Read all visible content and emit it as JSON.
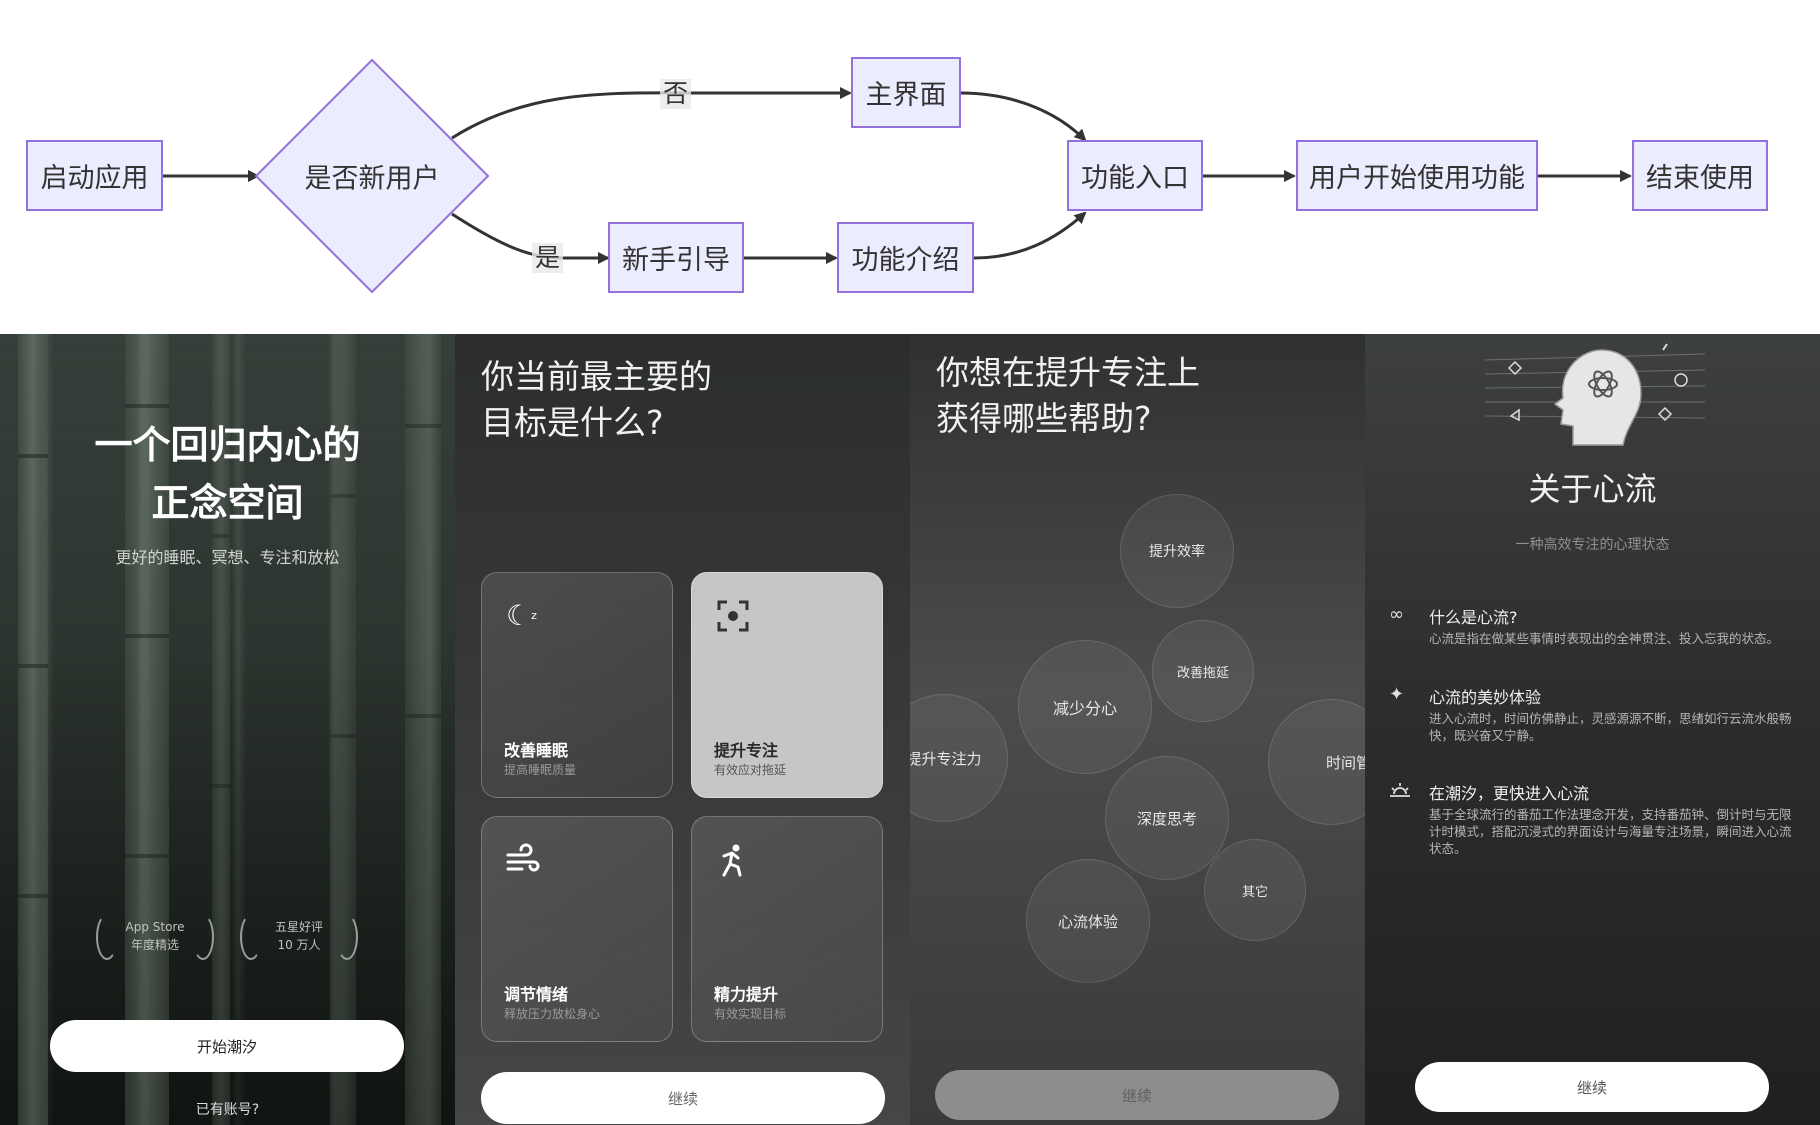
{
  "flowchart": {
    "nodes": {
      "start": "启动应用",
      "decision": "是否新用户",
      "main": "主界面",
      "guide": "新手引导",
      "intro": "功能介绍",
      "entry": "功能入口",
      "use": "用户开始使用功能",
      "end": "结束使用"
    },
    "edges": {
      "no": "否",
      "yes": "是"
    }
  },
  "screen1": {
    "title_line1": "一个回归内心的",
    "title_line2": "正念空间",
    "subtitle": "更好的睡眠、冥想、专注和放松",
    "badge1": {
      "line1": "App Store",
      "line2": "年度精选"
    },
    "badge2": {
      "line1": "五星好评",
      "line2": "10 万人"
    },
    "start_button": "开始潮汐",
    "login_link": "已有账号?"
  },
  "screen2": {
    "title_line1": "你当前最主要的",
    "title_line2": "目标是什么?",
    "cards": [
      {
        "title": "改善睡眠",
        "desc": "提高睡眠质量",
        "icon": "moon-sleep-icon"
      },
      {
        "title": "提升专注",
        "desc": "有效应对拖延",
        "icon": "focus-icon"
      },
      {
        "title": "调节情绪",
        "desc": "释放压力放松身心",
        "icon": "wind-icon"
      },
      {
        "title": "精力提升",
        "desc": "有效实现目标",
        "icon": "running-icon"
      }
    ],
    "continue_button": "继续"
  },
  "screen3": {
    "title_line1": "你想在提升专注上",
    "title_line2": "获得哪些帮助?",
    "bubbles": {
      "efficiency": "提升效率",
      "procrastination": "改善拖延",
      "distraction": "减少分心",
      "focus": "提升专注力",
      "time": "时间管理",
      "deep": "深度思考",
      "other": "其它",
      "flow": "心流体验"
    },
    "continue_button": "继续"
  },
  "screen4": {
    "title": "关于心流",
    "subtitle": "一种高效专注的心理状态",
    "items": [
      {
        "title": "什么是心流?",
        "text": "心流是指在做某些事情时表现出的全神贯注、投入忘我的状态。",
        "icon": "infinity-icon"
      },
      {
        "title": "心流的美妙体验",
        "text": "进入心流时，时间仿佛静止，灵感源源不断，思绪如行云流水般畅快，既兴奋又宁静。",
        "icon": "sparkle-icon"
      },
      {
        "title": "在潮汐，更快进入心流",
        "text": "基于全球流行的番茄工作法理念开发，支持番茄钟、倒计时与无限计时模式，搭配沉浸式的界面设计与海量专注场景，瞬间进入心流状态。",
        "icon": "sunrise-icon"
      }
    ],
    "continue_button": "继续"
  }
}
